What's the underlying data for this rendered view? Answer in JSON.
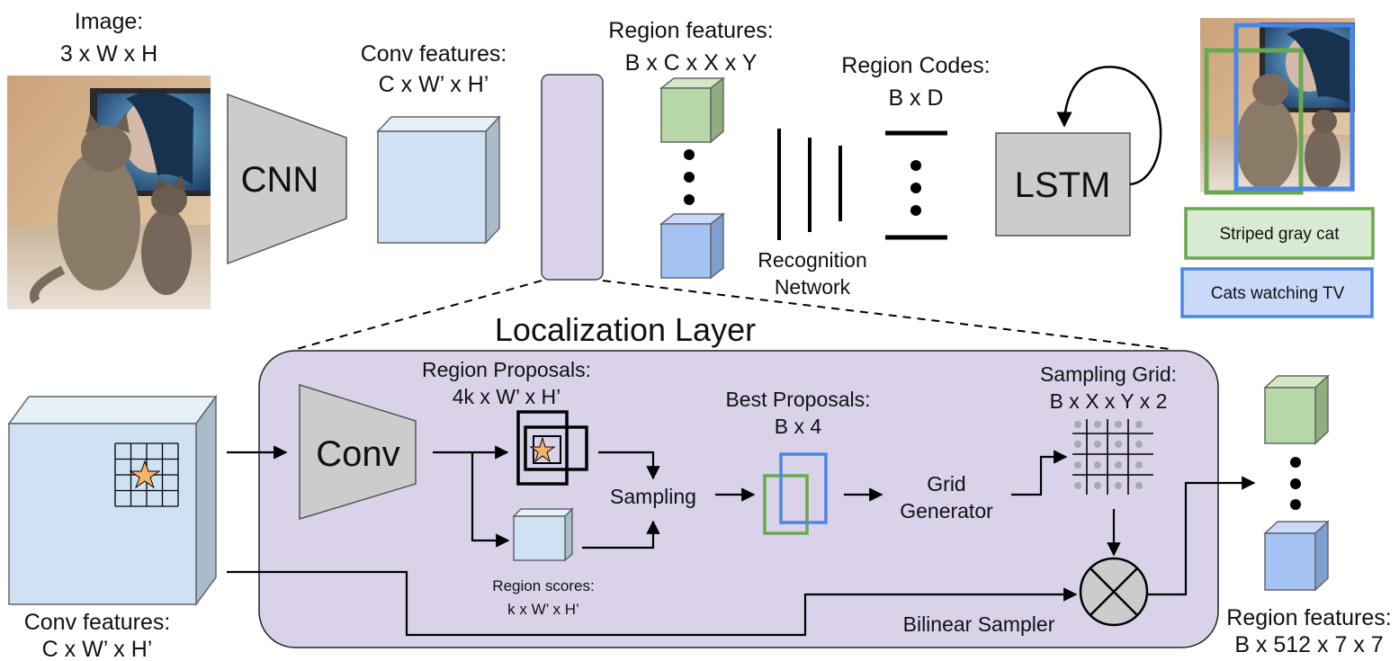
{
  "image_label": {
    "line1": "Image:",
    "line2": "3 x W x H"
  },
  "cnn": {
    "label": "CNN"
  },
  "conv_features_top": {
    "line1": "Conv features:",
    "line2": "C x W’ x H’"
  },
  "region_features_top": {
    "line1": "Region features:",
    "line2": "B x C x X x Y"
  },
  "region_codes": {
    "line1": "Region Codes:",
    "line2": "B x D"
  },
  "recognition_network": {
    "line1": "Recognition",
    "line2": "Network"
  },
  "lstm": {
    "label": "LSTM"
  },
  "captions": [
    {
      "text": "Striped gray cat",
      "color": "#6aa84f",
      "fill": "#d9ead3"
    },
    {
      "text": "Cats watching TV",
      "color": "#4a86e8",
      "fill": "#c9daf8"
    }
  ],
  "localization": {
    "title": "Localization Layer",
    "conv": "Conv",
    "region_proposals": {
      "line1": "Region Proposals:",
      "line2": "4k x W’ x H’"
    },
    "region_scores": {
      "line1": "Region scores:",
      "line2": "k x W’ x H’"
    },
    "sampling": "Sampling",
    "best_proposals": {
      "line1": "Best Proposals:",
      "line2": "B x 4"
    },
    "grid_generator": {
      "line1": "Grid",
      "line2": "Generator"
    },
    "sampling_grid": {
      "line1": "Sampling Grid:",
      "line2": "B x X x Y x 2"
    },
    "bilinear_sampler": "Bilinear Sampler"
  },
  "conv_features_bottom": {
    "line1": "Conv features:",
    "line2": "C x W’ x H’"
  },
  "region_features_bottom": {
    "line1": "Region features:",
    "line2": "B x 512 x 7 x 7"
  },
  "colors": {
    "purple": "#d9d2e9",
    "lightblue": "#cfe2f3",
    "green": "#b6d7a8",
    "blue": "#a4c2f4",
    "gray": "#cccccc",
    "star": "#f6b26b"
  }
}
